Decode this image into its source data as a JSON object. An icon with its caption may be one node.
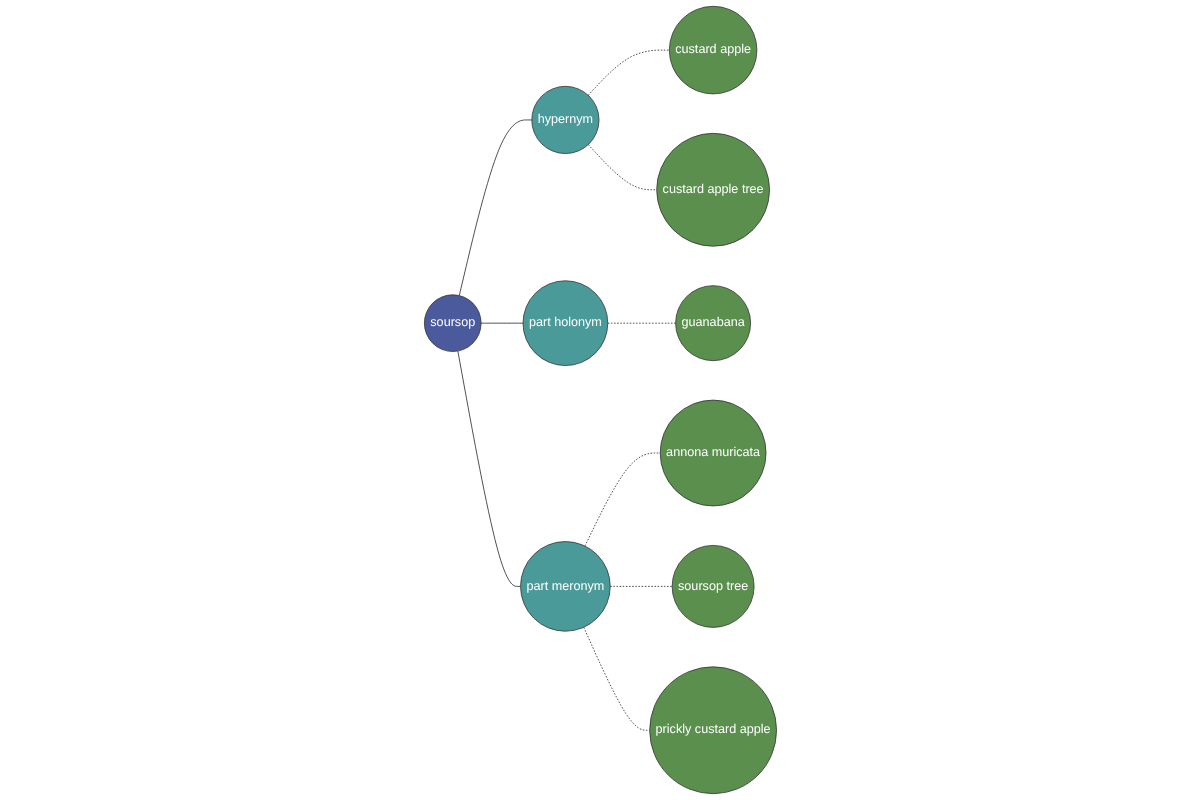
{
  "diagram": {
    "nodes": [
      {
        "text": [
          "custard apple tree"
        ]
      },
      {
        "text": [
          "custard apple"
        ]
      },
      {
        "text": [
          "hypernym"
        ]
      },
      {
        "text": [
          "guanabana"
        ]
      },
      {
        "text": [
          "part holonym"
        ]
      },
      {
        "text": [
          "soursop"
        ]
      },
      {
        "text": [
          "annona muricata"
        ]
      },
      {
        "text": [
          "part meronym"
        ]
      },
      {
        "text": [
          "soursop tree"
        ]
      },
      {
        "text": [
          "prickly custard apple"
        ]
      }
    ],
    "edges": [
      {
        "from": 5,
        "to": 2,
        "arrow": "none"
      },
      {
        "from": 5,
        "to": 4,
        "arrow": "none"
      },
      {
        "from": 5,
        "to": 7,
        "arrow": "none"
      },
      {
        "from": 2,
        "to": 1,
        "arrow": "none",
        "style": "dashed"
      },
      {
        "from": 2,
        "to": 0,
        "arrow": "none",
        "style": "dashed"
      },
      {
        "from": 4,
        "to": 3,
        "arrow": "none",
        "style": "dashed"
      },
      {
        "from": 7,
        "to": 6,
        "arrow": "none",
        "style": "dashed"
      },
      {
        "from": 7,
        "to": 8,
        "arrow": "none",
        "style": "dashed"
      },
      {
        "from": 7,
        "to": 9,
        "arrow": "none",
        "style": "dashed"
      }
    ]
  }
}
